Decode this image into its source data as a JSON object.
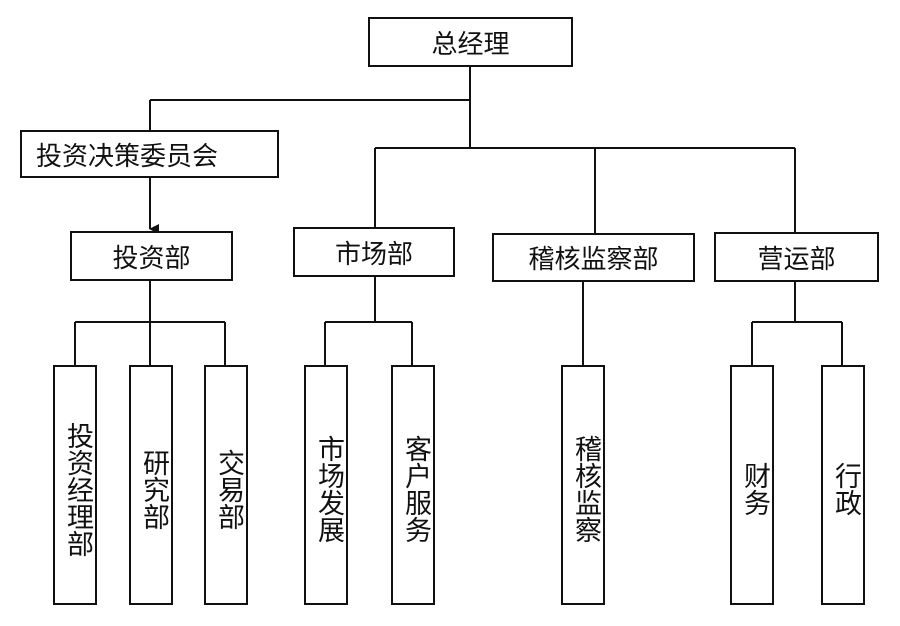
{
  "chart": {
    "top": "总经理",
    "committee": "投资决策委员会",
    "departments": {
      "investment": {
        "label": "投资部",
        "subs": [
          "投资经理部",
          "研究部",
          "交易部"
        ]
      },
      "market": {
        "label": "市场部",
        "subs": [
          "市场发展",
          "客户服务"
        ]
      },
      "audit": {
        "label": "稽核监察部",
        "subs": [
          "稽核监察"
        ]
      },
      "operations": {
        "label": "营运部",
        "subs": [
          "财务",
          "行政"
        ]
      }
    }
  }
}
